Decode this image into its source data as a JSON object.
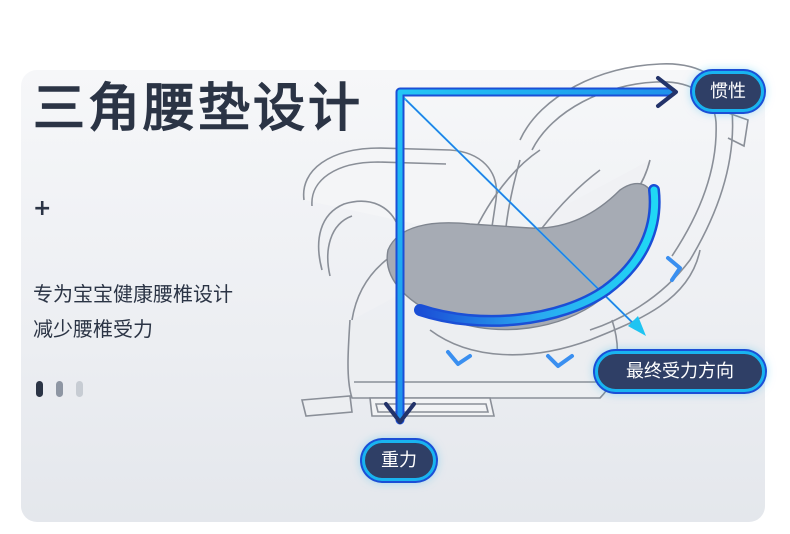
{
  "title": "三角腰垫设计",
  "plus_mark": "+",
  "description": {
    "line1": "专为宝宝健康腰椎设计",
    "line2": "减少腰椎受力"
  },
  "pager": {
    "dot_count": 3,
    "active_index": 0
  },
  "labels": {
    "inertia": "惯性",
    "final_force": "最终受力方向",
    "gravity": "重力"
  },
  "colors": {
    "heading": "#2b3445",
    "accent_blue": "#1b4fd6",
    "accent_cyan": "#19b4f0",
    "pill_fill": "#2f3f66"
  },
  "icons": [
    "car-seat-illustration",
    "gravity-arrow",
    "inertia-arrow",
    "final-force-arrow",
    "lumbar-curve",
    "chevron-mark"
  ]
}
